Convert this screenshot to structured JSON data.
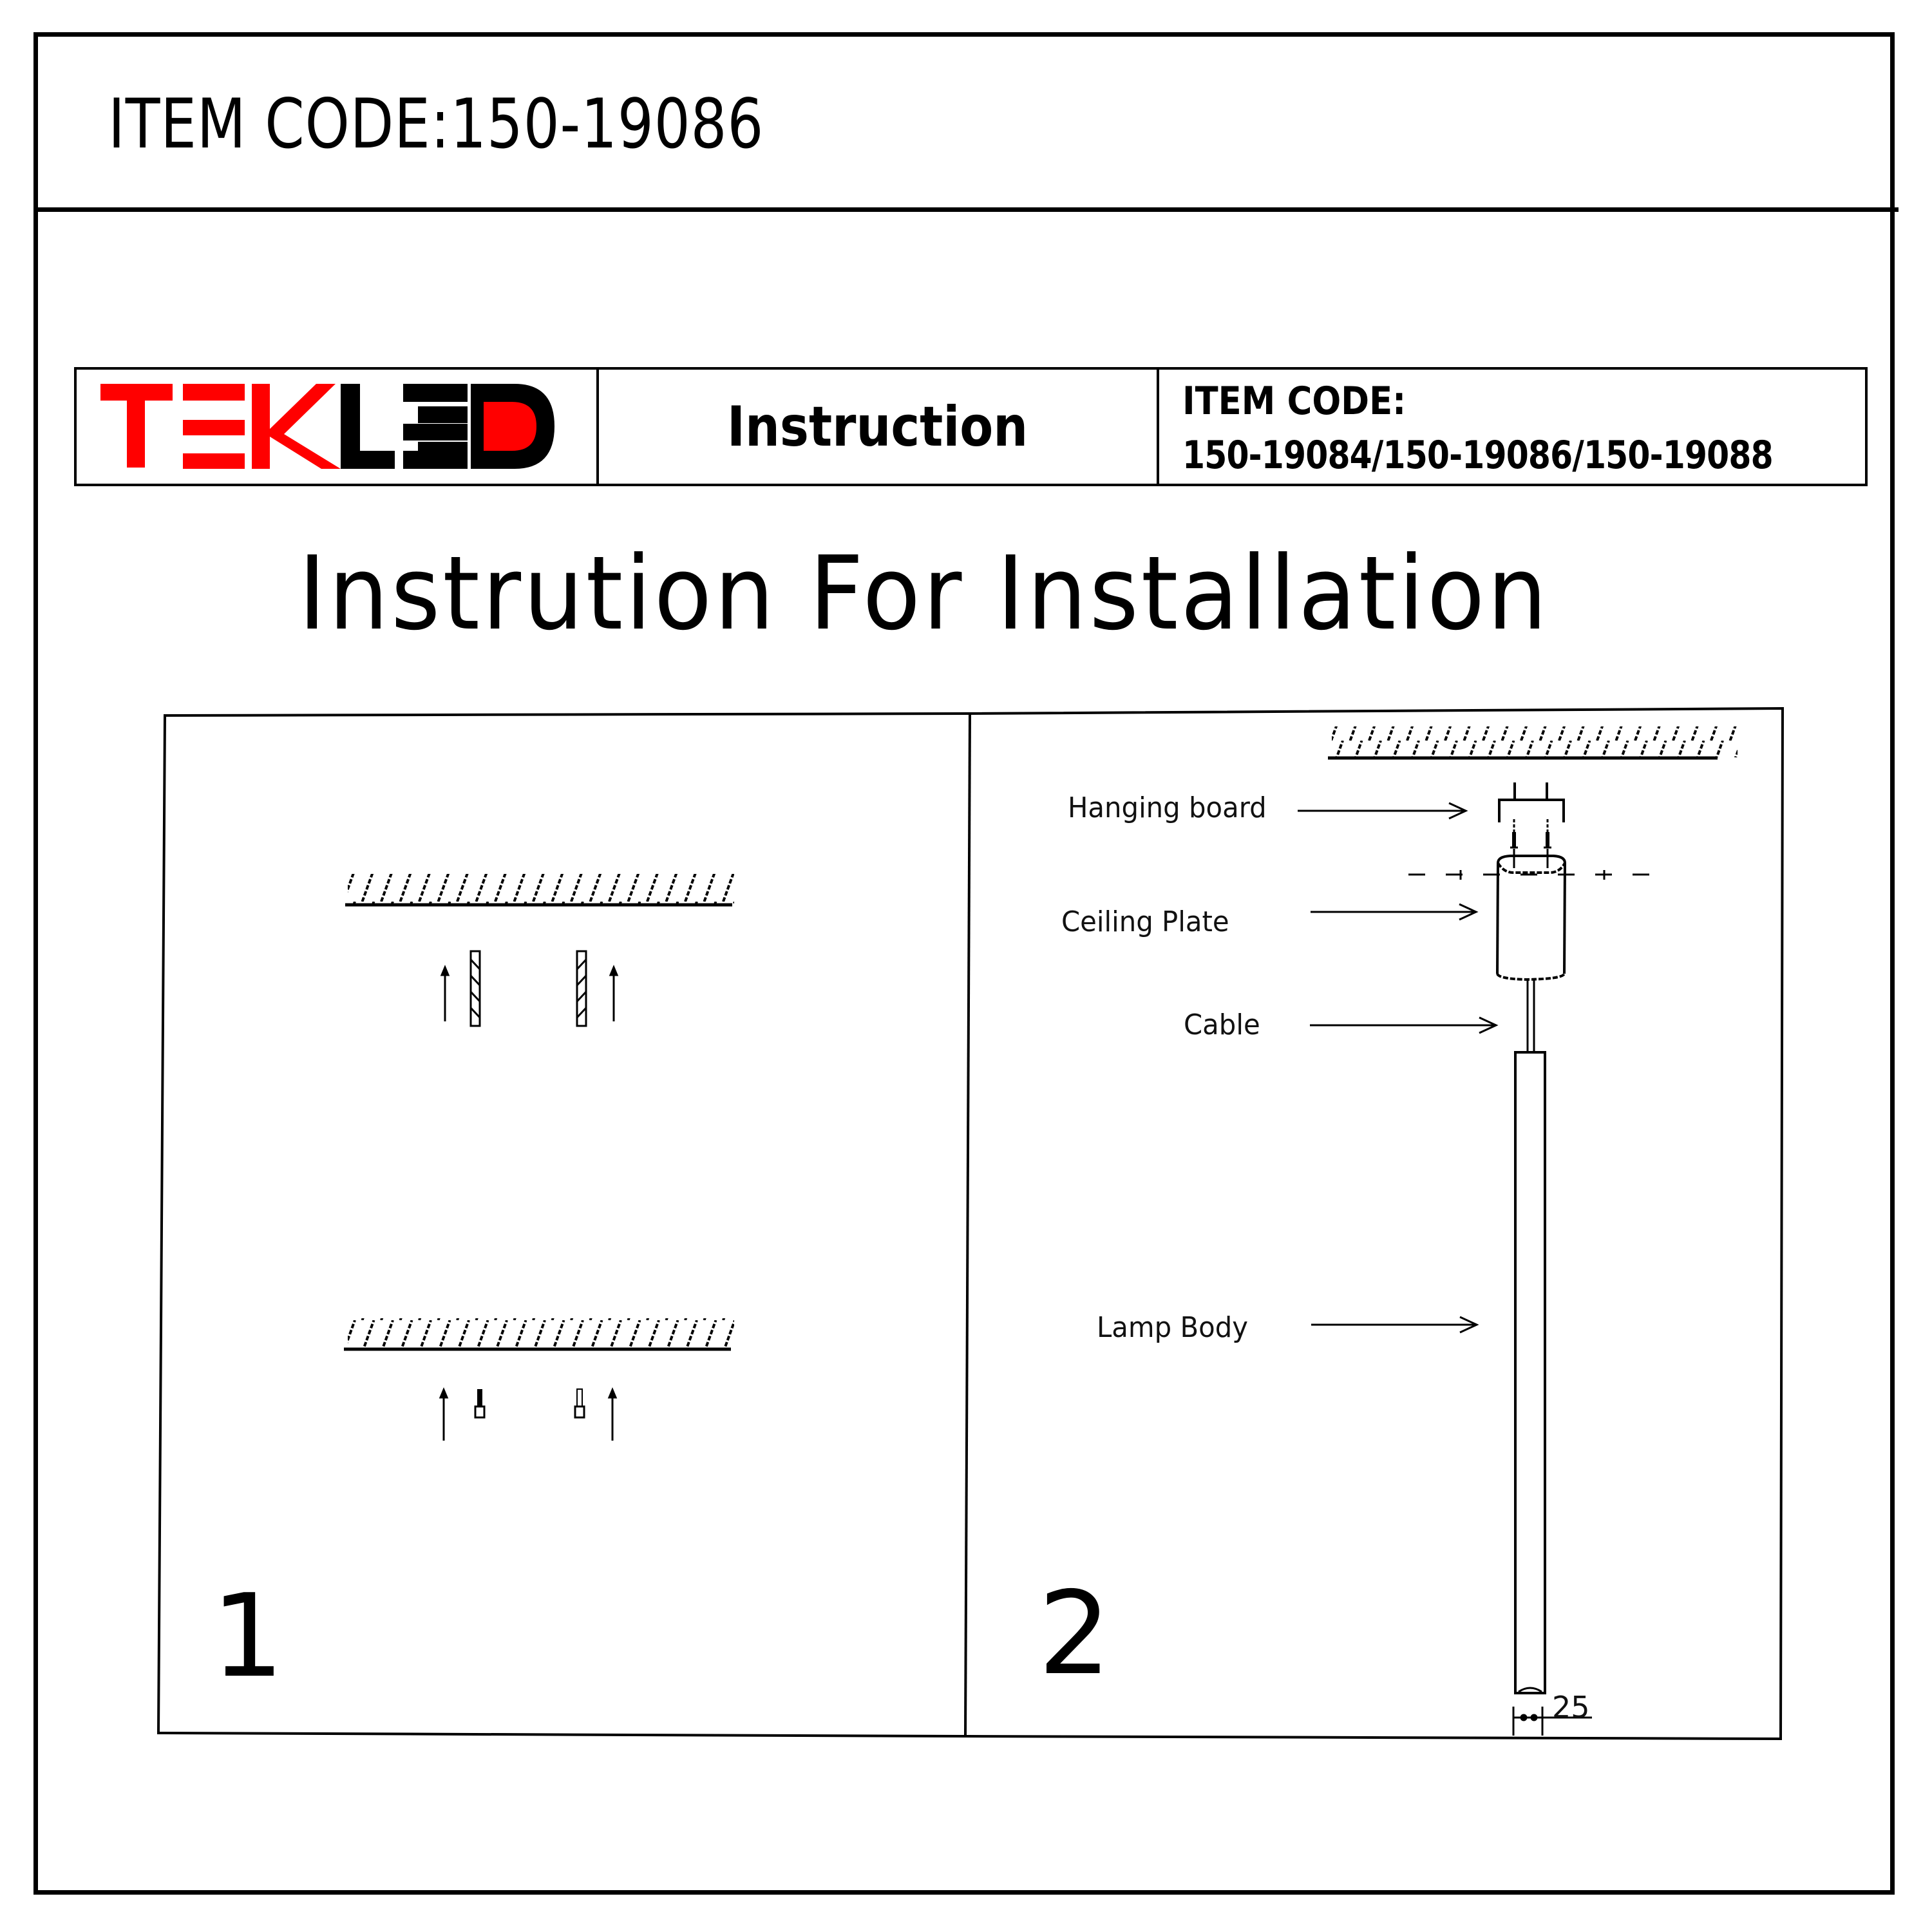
{
  "header": {
    "item_code": "ITEM CODE:150-19086"
  },
  "banner": {
    "logo": {
      "text_red": "TEK",
      "text_black": "LED",
      "colors": {
        "red": "#ff0000",
        "black": "#000000"
      }
    },
    "center_label": "Instruction",
    "codes_title": "ITEM CODE:",
    "codes_list": "150-19084/150-19086/150-19088"
  },
  "title": "Instrution For Installation",
  "steps": [
    {
      "number": "1",
      "illustrations": [
        "ceiling-drill-holes",
        "ceiling-insert-anchors"
      ]
    },
    {
      "number": "2",
      "labels": {
        "hanging_board": "Hanging board",
        "ceiling_plate": "Ceiling Plate",
        "cable": "Cable",
        "lamp_body": "Lamp Body"
      },
      "dimension": "25"
    }
  ]
}
